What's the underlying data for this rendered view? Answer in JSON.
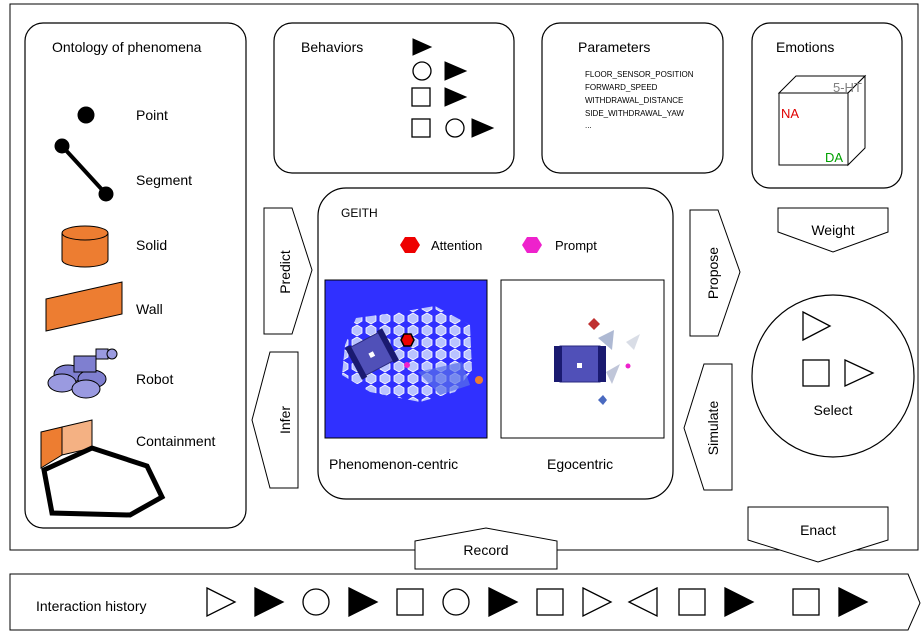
{
  "ontology": {
    "title": "Ontology of phenomena",
    "items": [
      "Point",
      "Segment",
      "Solid",
      "Wall",
      "Robot",
      "Containment"
    ]
  },
  "behaviors": {
    "title": "Behaviors"
  },
  "parameters": {
    "title": "Parameters",
    "list": [
      "FLOOR_SENSOR_POSITION",
      "FORWARD_SPEED",
      "WITHDRAWAL_DISTANCE",
      "SIDE_WITHDRAWAL_YAW",
      "..."
    ]
  },
  "emotions": {
    "title": "Emotions",
    "axes": [
      "5-HT",
      "NA",
      "DA"
    ],
    "colors": {
      "ht": "#808080",
      "na": "#e00000",
      "da": "#00a000"
    }
  },
  "geith": {
    "title": "GEITH",
    "attention": "Attention",
    "prompt": "Prompt",
    "attention_color": "#ee0000",
    "prompt_color": "#ee22cc",
    "phenomenon_label": "Phenomenon-centric",
    "egocentric_label": "Egocentric",
    "panel_color": "#3030ff"
  },
  "arrows": {
    "predict": "Predict",
    "infer": "Infer",
    "propose": "Propose",
    "simulate": "Simulate",
    "weight": "Weight",
    "enact": "Enact",
    "record": "Record"
  },
  "select": {
    "label": "Select"
  },
  "history": {
    "label": "Interaction history",
    "sequence": [
      "triangle-outline",
      "triangle-filled",
      "circle",
      "triangle-filled",
      "square",
      "circle",
      "triangle-filled",
      "square",
      "triangle-outline",
      "triangle-left-outline",
      "square",
      "triangle-filled",
      "square",
      "triangle-filled"
    ]
  },
  "accent": {
    "orange": "#ed7d31",
    "robot": "#7f7fd0"
  }
}
